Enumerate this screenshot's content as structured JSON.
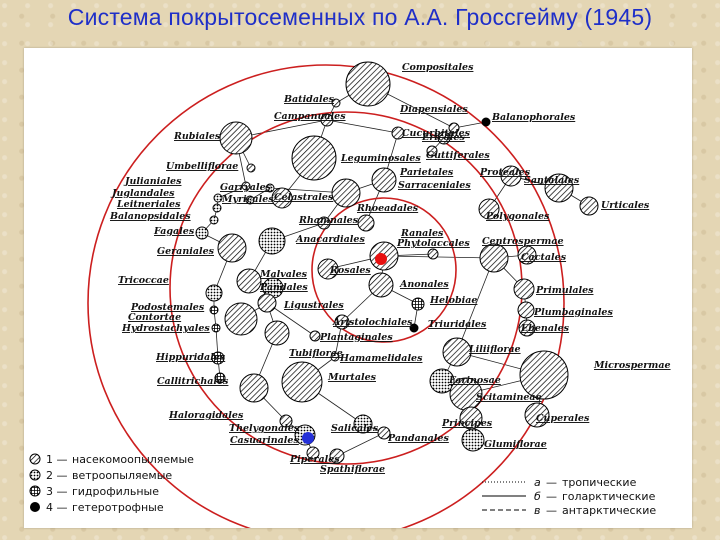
{
  "title": "Система покрытосеменных по А.А. Гроссгейму (1945)",
  "taxa": [
    "Compositales",
    "Batidales",
    "Campanuales",
    "Diapensiales",
    "Balanophorales",
    "Rubiales",
    "Cucurbitales",
    "Ericales",
    "Leguminosales",
    "Guttiferales",
    "Umbelliflorae",
    "Parietales",
    "Proteales",
    "Santalales",
    "Julianiales",
    "Garryales",
    "Celastrales",
    "Sarraceniales",
    "Juglandales",
    "Leitneriales",
    "Myricales",
    "Urticales",
    "Balanopsidales",
    "Rhamnales",
    "Rhoeadales",
    "Polygonales",
    "Fagales",
    "Ranales",
    "Centrospermae",
    "Anacardiales",
    "Phytolaccales",
    "Geraniales",
    "Cactales",
    "Malvales",
    "Tricoccae",
    "Pandales",
    "Rosales",
    "Anonales",
    "Primulales",
    "Podostemales",
    "Ligustrales",
    "Helobiae",
    "Plumbaginales",
    "Contortae",
    "Triuridales",
    "Ebenales",
    "Hydrostachyales",
    "Aristolochiales",
    "Plantaginales",
    "Hippuridales",
    "Tubiflorae",
    "Liliiflorae",
    "Hamamelidales",
    "Microspermae",
    "Callitrichales",
    "Murtales",
    "Farinosae",
    "Scitamineae",
    "Haloragidales",
    "Cuperales",
    "Thelygonales",
    "Salicales",
    "Principes",
    "Casuarinales",
    "Pandanales",
    "Glumiflorae",
    "Piperales",
    "Spathiflorae"
  ],
  "legend_left": [
    {
      "num": "1 —",
      "text": "насекомоопыляемые"
    },
    {
      "num": "2 —",
      "text": "ветроопыляемые"
    },
    {
      "num": "3 —",
      "text": "гидрофильные"
    },
    {
      "num": "4 —",
      "text": "гетеротрофные"
    }
  ],
  "legend_right": [
    {
      "letter": "а",
      "text": "тропические"
    },
    {
      "letter": "б",
      "text": "голарктические"
    },
    {
      "letter": "в",
      "text": "антарктические"
    }
  ],
  "colors": {
    "title": "#1f2fc8",
    "rings": "#cc1f1f",
    "red_marker": "#e81010",
    "blue_marker": "#2430d8"
  }
}
